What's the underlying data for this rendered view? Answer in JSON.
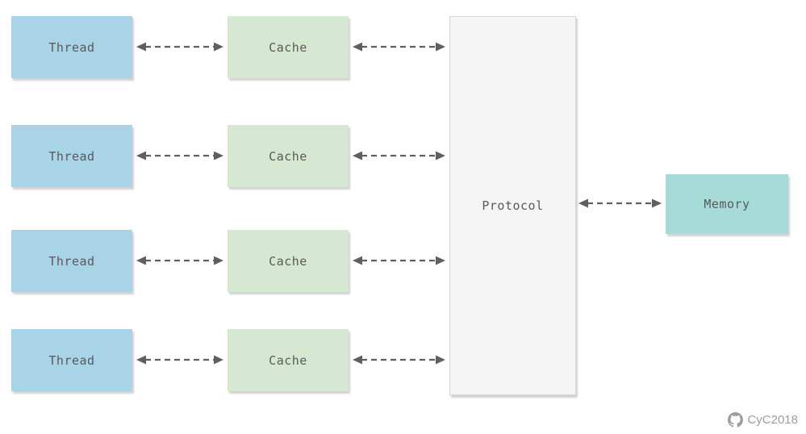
{
  "diagram": {
    "threads": [
      {
        "label": "Thread"
      },
      {
        "label": "Thread"
      },
      {
        "label": "Thread"
      },
      {
        "label": "Thread"
      }
    ],
    "caches": [
      {
        "label": "Cache"
      },
      {
        "label": "Cache"
      },
      {
        "label": "Cache"
      },
      {
        "label": "Cache"
      }
    ],
    "protocol": {
      "label": "Protocol"
    },
    "memory": {
      "label": "Memory"
    },
    "watermark": {
      "text": "CyC2018"
    },
    "colors": {
      "thread_fill": "#a9d4e8",
      "cache_fill": "#d6e8d2",
      "protocol_fill": "#f5f5f5",
      "memory_fill": "#a7dbd8",
      "arrow": "#5f5f5f",
      "text": "#595959",
      "watermark": "#9e9e9e"
    }
  }
}
